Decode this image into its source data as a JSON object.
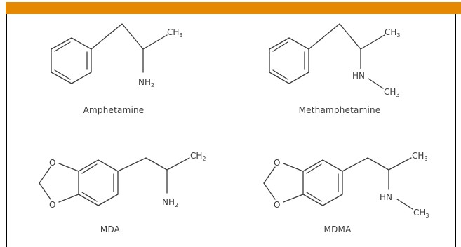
{
  "colors": {
    "accent_bar": "#e58a00",
    "ink": "#3a3a3a",
    "rule": "#000000"
  },
  "molecules": [
    {
      "name": "Amphetamine",
      "group_methyl": "CH",
      "group_methyl_sub": "3",
      "group_amine": "NH",
      "group_amine_sub": "2"
    },
    {
      "name": "Methamphetamine",
      "group_methyl": "CH",
      "group_methyl_sub": "3",
      "group_amine": "HN",
      "group_nmethyl": "CH",
      "group_nmethyl_sub": "3"
    },
    {
      "name": "MDA",
      "group_methyl": "CH",
      "group_methyl_sub": "2",
      "group_amine": "NH",
      "group_amine_sub": "2",
      "ring_o1": "O",
      "ring_o2": "O"
    },
    {
      "name": "MDMA",
      "group_methyl": "CH",
      "group_methyl_sub": "3",
      "group_amine": "HN",
      "group_nmethyl": "CH",
      "group_nmethyl_sub": "3",
      "ring_o1": "O",
      "ring_o2": "O"
    }
  ]
}
